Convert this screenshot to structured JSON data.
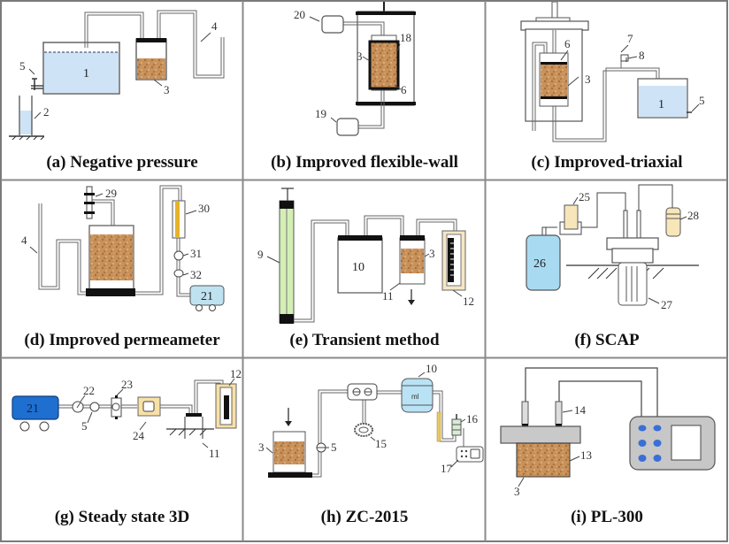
{
  "figure": {
    "panels": [
      {
        "id": "a",
        "caption": "(a) Negative pressure",
        "labels": {
          "tank": "1",
          "cylinder": "2",
          "sample": "3",
          "tube": "4",
          "valve": "5"
        }
      },
      {
        "id": "b",
        "caption": "(b) Improved flexible-wall",
        "labels": {
          "top_device": "20",
          "membrane": "18",
          "sample": "3",
          "porous_stone": "6",
          "bottom_device": "19"
        }
      },
      {
        "id": "c",
        "caption": "(c) Improved-triaxial",
        "labels": {
          "porous_stone": "6",
          "sample": "3",
          "pipe": "7",
          "valve_8": "8",
          "tank": "1",
          "valve_5": "5"
        }
      },
      {
        "id": "d",
        "caption": "(d) Improved permeameter",
        "labels": {
          "valve_stack": "29",
          "tube": "4",
          "flowmeter": "30",
          "gauge": "31",
          "valve": "32",
          "pump": "21"
        }
      },
      {
        "id": "e",
        "caption": "(e) Transient method",
        "labels": {
          "column": "9",
          "reservoir": "10",
          "sample": "3",
          "base": "11",
          "gauge": "12"
        }
      },
      {
        "id": "f",
        "caption": "(f) SCAP",
        "labels": {
          "regulator": "25",
          "tank": "26",
          "probe": "27",
          "bottle": "28"
        }
      },
      {
        "id": "g",
        "caption": "(g) Steady state 3D",
        "labels": {
          "pump": "21",
          "gauge": "22",
          "valve": "5",
          "filter": "23",
          "meter": "24",
          "base": "11",
          "manometer": "12"
        }
      },
      {
        "id": "h",
        "caption": "(h) ZC-2015",
        "labels": {
          "sample": "3",
          "valve": "5",
          "pump_ring": "15",
          "reservoir": "10",
          "reservoir_unit": "ml",
          "sensor": "16",
          "recorder": "17"
        }
      },
      {
        "id": "i",
        "caption": "(i) PL-300",
        "labels": {
          "probe": "14",
          "chamber": "13",
          "sample": "3"
        }
      }
    ]
  }
}
